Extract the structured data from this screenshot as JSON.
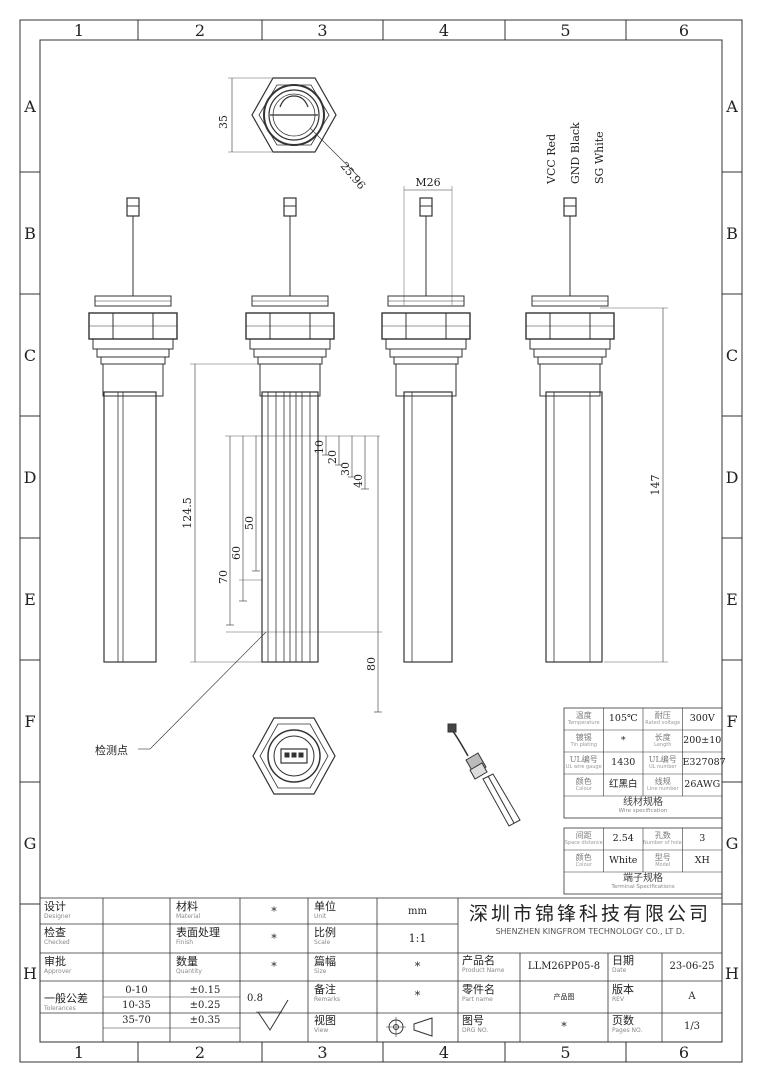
{
  "grid": {
    "cols": [
      "1",
      "2",
      "3",
      "4",
      "5",
      "6"
    ],
    "rows": [
      "A",
      "B",
      "C",
      "D",
      "E",
      "F",
      "G",
      "H"
    ]
  },
  "wire_labels": [
    "VCC Red",
    "GND Black",
    "SG White"
  ],
  "dimensions": {
    "hex_height": "35",
    "hex_flat": "25.96",
    "thread": "M26",
    "probe_len": "124.5",
    "total_len": "147",
    "levels": [
      "10",
      "20",
      "30",
      "40",
      "50",
      "60",
      "70",
      "80"
    ]
  },
  "callout": "检测点",
  "wire_spec": {
    "title": "线材规格",
    "title_en": "Wire specification",
    "rows": [
      [
        {
          "k": "温度",
          "e": "Temperature",
          "v": "105℃"
        },
        {
          "k": "耐压",
          "e": "Rated voltage",
          "v": "300V"
        }
      ],
      [
        {
          "k": "镀锡",
          "e": "Tin plating",
          "v": "*"
        },
        {
          "k": "长度",
          "e": "Length",
          "v": "200±10"
        }
      ],
      [
        {
          "k": "UL编号",
          "e": "UL wire gauge",
          "v": "1430"
        },
        {
          "k": "UL编号",
          "e": "UL number",
          "v": "E327087"
        }
      ],
      [
        {
          "k": "颜色",
          "e": "Colour",
          "v": "红黑白"
        },
        {
          "k": "线规",
          "e": "Line number",
          "v": "26AWG"
        }
      ]
    ]
  },
  "terminal_spec": {
    "title": "端子规格",
    "title_en": "Terminal Specifications",
    "rows": [
      [
        {
          "k": "间距",
          "e": "Space distance",
          "v": "2.54"
        },
        {
          "k": "孔数",
          "e": "Number of holes",
          "v": "3"
        }
      ],
      [
        {
          "k": "颜色",
          "e": "Colour",
          "v": "White"
        },
        {
          "k": "型号",
          "e": "Model",
          "v": "XH"
        }
      ]
    ]
  },
  "title_block": {
    "designer": {
      "cn": "设计",
      "en": "Designer"
    },
    "checked": {
      "cn": "检查",
      "en": "Checked"
    },
    "approver": {
      "cn": "审批",
      "en": "Approver"
    },
    "tolerances": {
      "cn": "一般公差",
      "en": "Tolerances"
    },
    "tol_ranges": [
      "0-10",
      "10-35",
      "35-70"
    ],
    "tol_values": [
      "±0.15",
      "±0.25",
      "±0.35"
    ],
    "roughness": "0.8",
    "material": {
      "cn": "材料",
      "en": "Material",
      "v": "*"
    },
    "finish": {
      "cn": "表面处理",
      "en": "Finish",
      "v": "*"
    },
    "quantity": {
      "cn": "数量",
      "en": "Quantity",
      "v": "*"
    },
    "unit": {
      "cn": "单位",
      "en": "Unit",
      "v": "mm"
    },
    "scale": {
      "cn": "比例",
      "en": "Scale",
      "v": "1:1"
    },
    "size": {
      "cn": "篇幅",
      "en": "Size",
      "v": "*"
    },
    "remarks": {
      "cn": "备注",
      "en": "Remarks",
      "v": "*"
    },
    "view": {
      "cn": "视图",
      "en": "View"
    },
    "company_cn": "深圳市锦锋科技有限公司",
    "company_en": "SHENZHEN KINGFROM TECHNOLOGY CO., LT D.",
    "product": {
      "cn": "产品名",
      "en": "Product Name",
      "v": "LLM26PP05-8"
    },
    "part": {
      "cn": "零件名",
      "en": "Part name",
      "v": "产品图"
    },
    "drawing": {
      "cn": "图号",
      "en": "DRG NO.",
      "v": "*"
    },
    "date": {
      "cn": "日期",
      "en": "Date",
      "v": "23-06-25"
    },
    "rev": {
      "cn": "版本",
      "en": "REV",
      "v": "A"
    },
    "pages": {
      "cn": "页数",
      "en": "Pages NO.",
      "v": "1/3"
    }
  }
}
